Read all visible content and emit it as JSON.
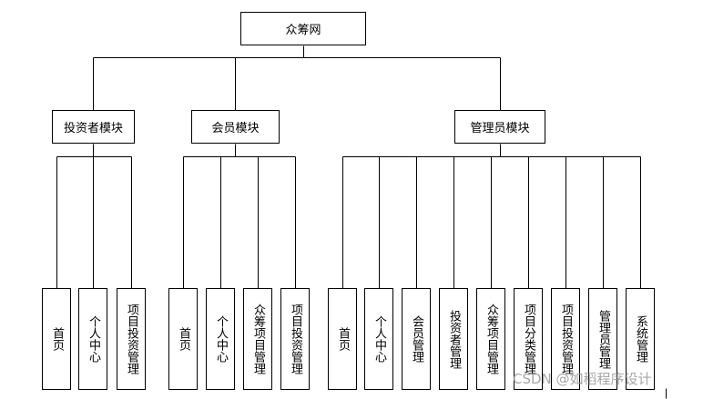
{
  "root": {
    "label": "众筹网"
  },
  "modules": [
    {
      "label": "投资者模块",
      "children": [
        "首页",
        "个人中心",
        "项目投资管理"
      ]
    },
    {
      "label": "会员模块",
      "children": [
        "首页",
        "个人中心",
        "众筹项目管理",
        "项目投资管理"
      ]
    },
    {
      "label": "管理员模块",
      "children": [
        "首页",
        "个人中心",
        "会员管理",
        "投资者管理",
        "众筹项目管理",
        "项目分类管理",
        "项目投资管理",
        "管理员管理",
        "系统管理"
      ]
    }
  ],
  "watermark": "CSDN @如稻程序设计"
}
